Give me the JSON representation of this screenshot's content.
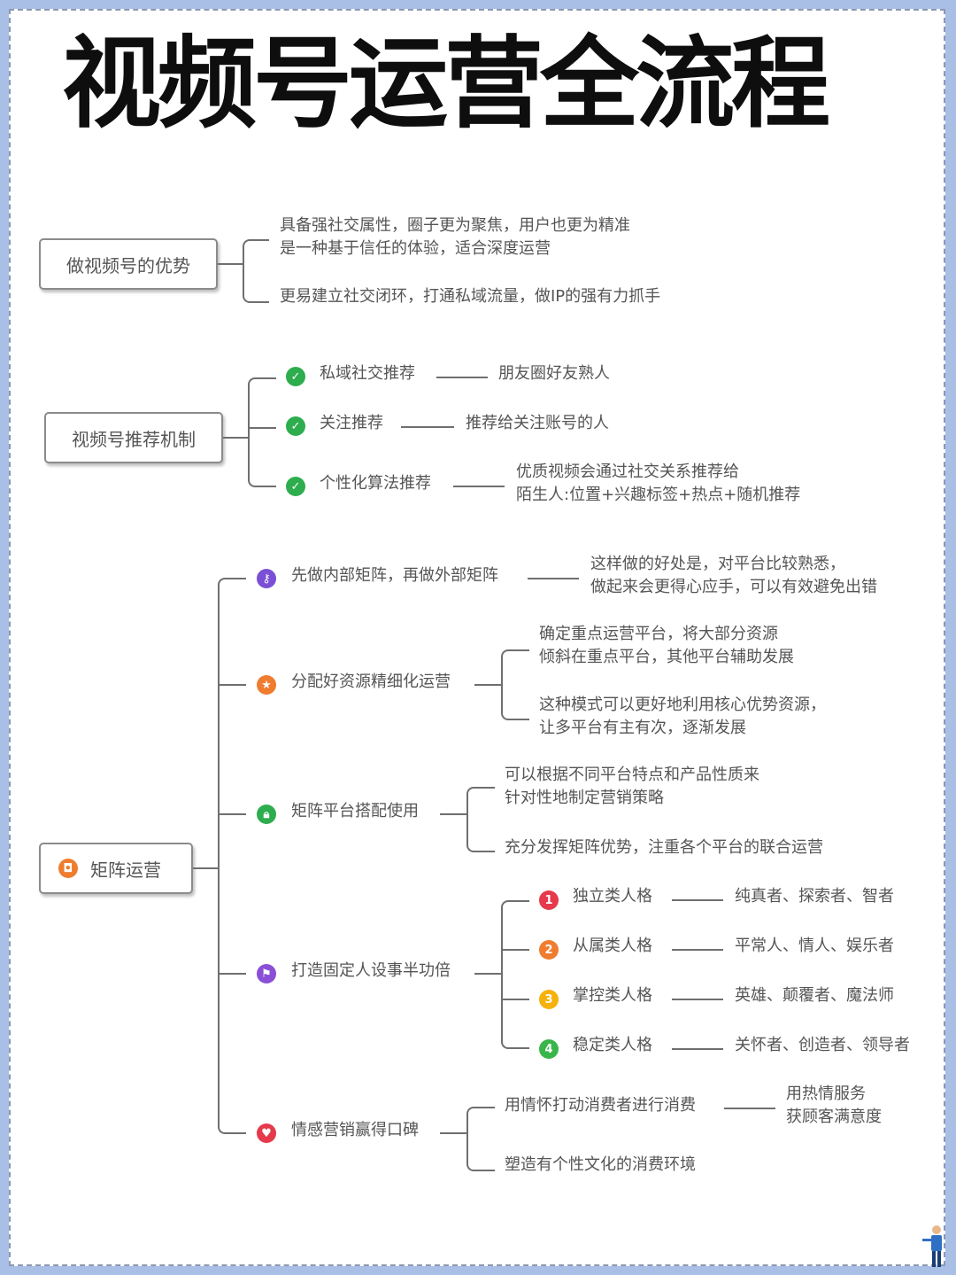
{
  "title": "视频号运营全流程",
  "section1": {
    "label": "做视频号的优势",
    "items": [
      {
        "line1": "具备强社交属性，圈子更为聚焦，用户也更为精准",
        "line2": "是一种基于信任的体验，适合深度运营"
      },
      {
        "line1": "更易建立社交闭环，打通私域流量，做IP的强有力抓手"
      }
    ]
  },
  "section2": {
    "label": "视频号推荐机制",
    "items": [
      {
        "name": "私域社交推荐",
        "desc1": "朋友圈好友熟人"
      },
      {
        "name": "关注推荐",
        "desc1": "推荐给关注账号的人"
      },
      {
        "name": "个性化算法推荐",
        "desc1": "优质视频会通过社交关系推荐给",
        "desc2": "陌生人:位置+兴趣标签+热点+随机推荐"
      }
    ]
  },
  "section3": {
    "label": "矩阵运营",
    "items": [
      {
        "name": "先做内部矩阵，再做外部矩阵",
        "icon": "key-icon",
        "color": "#7b4fd6",
        "details": [
          {
            "line1": "这样做的好处是，对平台比较熟悉，",
            "line2": "做起来会更得心应手，可以有效避免出错"
          }
        ]
      },
      {
        "name": "分配好资源精细化运营",
        "icon": "star-icon",
        "color": "#ef7c2f",
        "details": [
          {
            "line1": "确定重点运营平台，将大部分资源",
            "line2": "倾斜在重点平台，其他平台辅助发展"
          },
          {
            "line1": "这种模式可以更好地利用核心优势资源，",
            "line2": "让多平台有主有次，逐渐发展"
          }
        ]
      },
      {
        "name": "矩阵平台搭配使用",
        "icon": "lock-icon",
        "color": "#2dad4e",
        "details": [
          {
            "line1": "可以根据不同平台特点和产品性质来",
            "line2": "针对性地制定营销策略"
          },
          {
            "line1": "充分发挥矩阵优势，注重各个平台的联合运营"
          }
        ]
      },
      {
        "name": "打造固定人设事半功倍",
        "icon": "flag-icon",
        "color": "#8a4fd6",
        "personas": [
          {
            "num": "1",
            "name": "独立类人格",
            "traits": "纯真者、探索者、智者"
          },
          {
            "num": "2",
            "name": "从属类人格",
            "traits": "平常人、情人、娱乐者"
          },
          {
            "num": "3",
            "name": "掌控类人格",
            "traits": "英雄、颠覆者、魔法师"
          },
          {
            "num": "4",
            "name": "稳定类人格",
            "traits": "关怀者、创造者、领导者"
          }
        ]
      },
      {
        "name": "情感营销赢得口碑",
        "icon": "heart-icon",
        "color": "#e6394c",
        "details": [
          {
            "line1": "用情怀打动消费者进行消费",
            "sub1": "用热情服务",
            "sub2": "获顾客满意度"
          },
          {
            "line1": "塑造有个性文化的消费环境"
          }
        ]
      }
    ]
  }
}
